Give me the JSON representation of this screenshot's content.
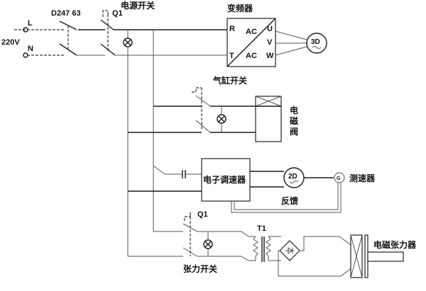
{
  "supply": {
    "voltage": "220V",
    "line_label": "L",
    "neutral_label": "N"
  },
  "breaker": {
    "label": "D247 63"
  },
  "power_switch": {
    "ref": "Q1",
    "label": "电源开关"
  },
  "inverter": {
    "title": "变频器",
    "in_r": "R",
    "in_t": "T",
    "ac_top": "AC",
    "ac_bottom": "AC",
    "out_u": "U",
    "out_v": "V",
    "out_w": "W"
  },
  "motor_3d": {
    "label": "3D"
  },
  "cylinder_switch": {
    "label": "气缸开关"
  },
  "solenoid_valve": {
    "label": "电磁阀",
    "chars": [
      "电",
      "磁",
      "阀"
    ]
  },
  "speed_controller": {
    "label": "电子调速器"
  },
  "motor_2d": {
    "label": "2D"
  },
  "tachometer": {
    "symbol": "G",
    "label": "测速器"
  },
  "feedback": {
    "label": "反馈"
  },
  "tension_switch": {
    "ref": "Q1",
    "label": "张力开关"
  },
  "transformer": {
    "label": "T1"
  },
  "tension_device": {
    "label": "电磁张力器"
  }
}
